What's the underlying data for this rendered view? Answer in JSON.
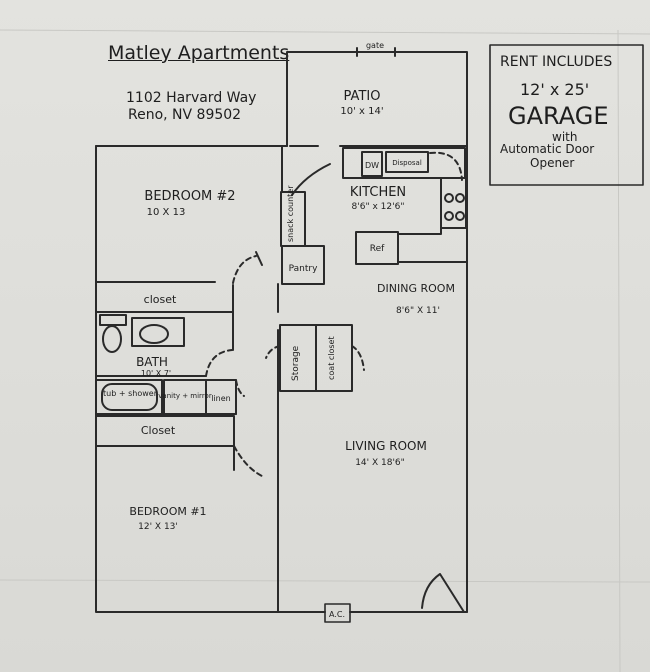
{
  "header": {
    "title": "Matley Apartments",
    "address_line1": "1102 Harvard Way",
    "address_line2": "Reno, NV  89502"
  },
  "rent_box": {
    "line1": "RENT INCLUDES",
    "line2": "12' x 25'",
    "line3": "GARAGE",
    "line4": "with",
    "line5": "Automatic Door",
    "line6": "Opener"
  },
  "rooms": {
    "patio": {
      "name": "PATIO",
      "size": "10' x 14'"
    },
    "gate": "gate",
    "kitchen": {
      "name": "KITCHEN",
      "size": "8'6\" x 12'6\""
    },
    "dw": "DW",
    "disposal": "Disposal",
    "ref": "Ref",
    "snack_counter": "snack counter",
    "pantry": "Pantry",
    "bedroom2": {
      "name": "BEDROOM #2",
      "size": "10 X 13"
    },
    "closet_upper": "closet",
    "dining": {
      "name": "DINING ROOM",
      "size": "8'6\" X 11'"
    },
    "bath": {
      "name": "BATH",
      "size": "10' X 7'"
    },
    "tub": "tub + shower",
    "vanity": "vanity + mirror",
    "linen": "linen",
    "storage": "Storage",
    "coat_closet": "coat closet",
    "closet_lower": "Closet",
    "living": {
      "name": "LIVING ROOM",
      "size": "14' X 18'6\""
    },
    "bedroom1": {
      "name": "BEDROOM #1",
      "size": "12' X 13'"
    },
    "ac": "A.C."
  }
}
